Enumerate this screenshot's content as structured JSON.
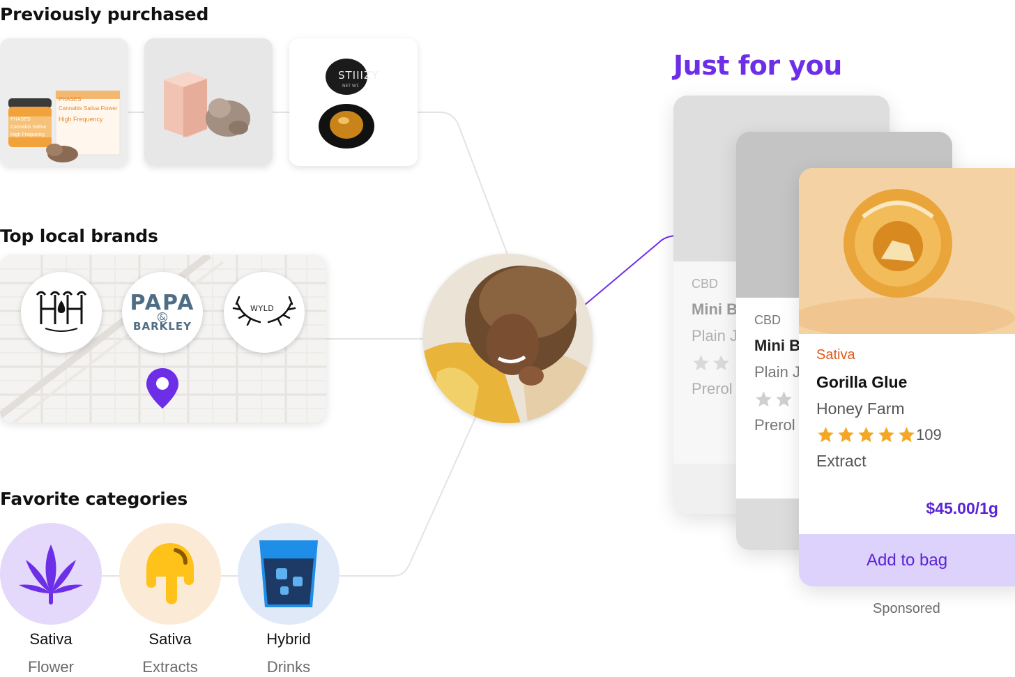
{
  "sections": {
    "previously_purchased": "Previously purchased",
    "top_local_brands": "Top local brands",
    "favorite_categories": "Favorite categories",
    "just_for_you": "Just for you"
  },
  "products_previous": [
    {
      "jar_label_1": "PHASES",
      "jar_label_2": "Cannabis Sativa",
      "jar_label_3": "High Frequency",
      "box_label_1": "PHASES",
      "box_label_2": "Cannabis Sativa Flower",
      "box_label_3": "High Frequency"
    },
    {},
    {
      "brand": "STIIIZY",
      "sub": "NET WT."
    }
  ],
  "brands": [
    {
      "name": "Heavy Hitters",
      "mark": "HH"
    },
    {
      "top": "PAPA",
      "amp": "&",
      "bottom": "BARKLEY",
      "tm": "™"
    },
    {
      "name": "WYLD"
    }
  ],
  "categories": [
    {
      "label": "Sativa",
      "sub": "Flower",
      "bg": "#e4d9fb",
      "icon": "leaf-icon"
    },
    {
      "label": "Sativa",
      "sub": "Extracts",
      "bg": "#fbebd6",
      "icon": "drip-icon"
    },
    {
      "label": "Hybrid",
      "sub": "Drinks",
      "bg": "#dfe9f8",
      "icon": "glass-icon"
    }
  ],
  "cards": {
    "back": {
      "type": "CBD",
      "name": "Mini B",
      "brand": "Plain J",
      "category": "Prerol"
    },
    "mid": {
      "type": "CBD",
      "name": "Mini B",
      "brand": "Plain J",
      "category": "Prerol"
    },
    "front": {
      "type": "Sativa",
      "name": "Gorilla Glue",
      "brand": "Honey Farm",
      "rating_count": "109",
      "rating": 5,
      "category": "Extract",
      "price": "$45.00/1g",
      "add_label": "Add to bag"
    }
  },
  "sponsored": "Sponsored",
  "colors": {
    "accent": "#6d2ee8",
    "sativa": "#e2581a",
    "star": "#f5a623",
    "button_bg": "#ddd2fb"
  }
}
